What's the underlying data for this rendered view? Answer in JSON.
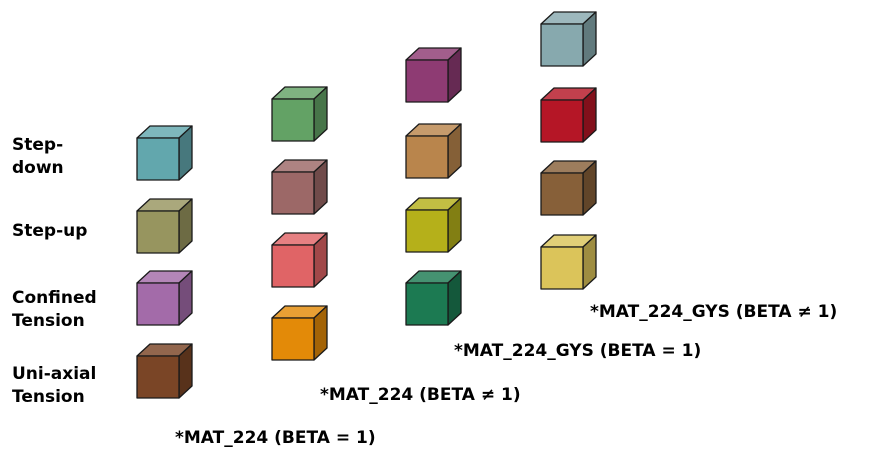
{
  "row_labels": [
    {
      "id": "step-down",
      "lines": [
        "Step-",
        "down"
      ]
    },
    {
      "id": "step-up",
      "lines": [
        "Step-up"
      ]
    },
    {
      "id": "confined-tension",
      "lines": [
        "Confined",
        "Tension"
      ]
    },
    {
      "id": "uni-axial-tension",
      "lines": [
        "Uni-axial",
        "Tension"
      ]
    }
  ],
  "columns": [
    {
      "id": "mat224-beta-eq-1",
      "label": "*MAT_224 (BETA = 1)",
      "cube_colors": [
        "#62a7ad",
        "#97955f",
        "#a36ba9",
        "#7a4526"
      ]
    },
    {
      "id": "mat224-beta-ne-1",
      "label": "*MAT_224 (BETA ≠ 1)",
      "cube_colors": [
        "#63a265",
        "#9c6867",
        "#e06466",
        "#e38a08"
      ]
    },
    {
      "id": "mat224gys-beta-eq-1",
      "label": "*MAT_224_GYS (BETA = 1)",
      "cube_colors": [
        "#8e3b73",
        "#b9854c",
        "#b5b01a",
        "#1c7a52"
      ]
    },
    {
      "id": "mat224gys-beta-ne-1",
      "label": "*MAT_224_GYS (BETA ≠ 1)",
      "cube_colors": [
        "#87a9ae",
        "#b51626",
        "#876039",
        "#dbc45a"
      ]
    }
  ]
}
